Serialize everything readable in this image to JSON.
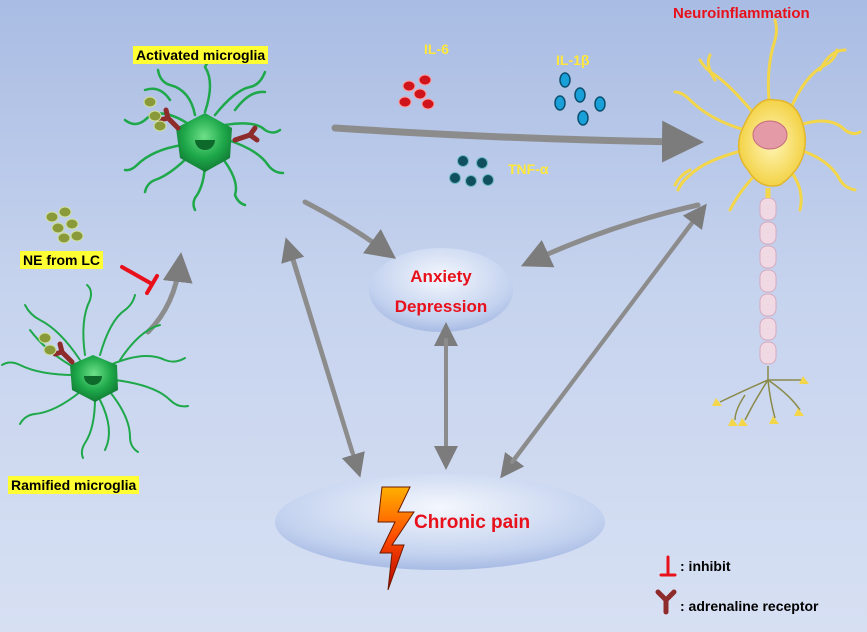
{
  "labels": {
    "activated_microglia": "Activated microglia",
    "ramified_microglia": "Ramified microglia",
    "ne_from_lc": "NE from LC",
    "il6": "IL-6",
    "il1b": "IL-1β",
    "tnfa": "TNF-α",
    "neuroinflammation": "Neuroinflammation",
    "anxiety": "Anxiety",
    "depression": "Depression",
    "chronic_pain": "Chronic pain"
  },
  "legend": {
    "inhibit": ": inhibit",
    "adrenaline_receptor": ": adrenaline receptor"
  },
  "colors": {
    "label_highlight": "#ffff33",
    "cytokine_text": "#ffe83a",
    "accent_red": "#e8101a",
    "microglia_green": "#1ea84a",
    "receptor": "#8e2b2b",
    "il6_dots": "#d0141c",
    "il1b_dots": "#1aa0d8",
    "tnfa_dots": "#0f4f5e",
    "ne_dots": "#8a9a3a",
    "neuron_yellow": "#f3d64a",
    "axon_pink": "#f1d9e4",
    "arrow_gray": "#8a8a8a"
  }
}
